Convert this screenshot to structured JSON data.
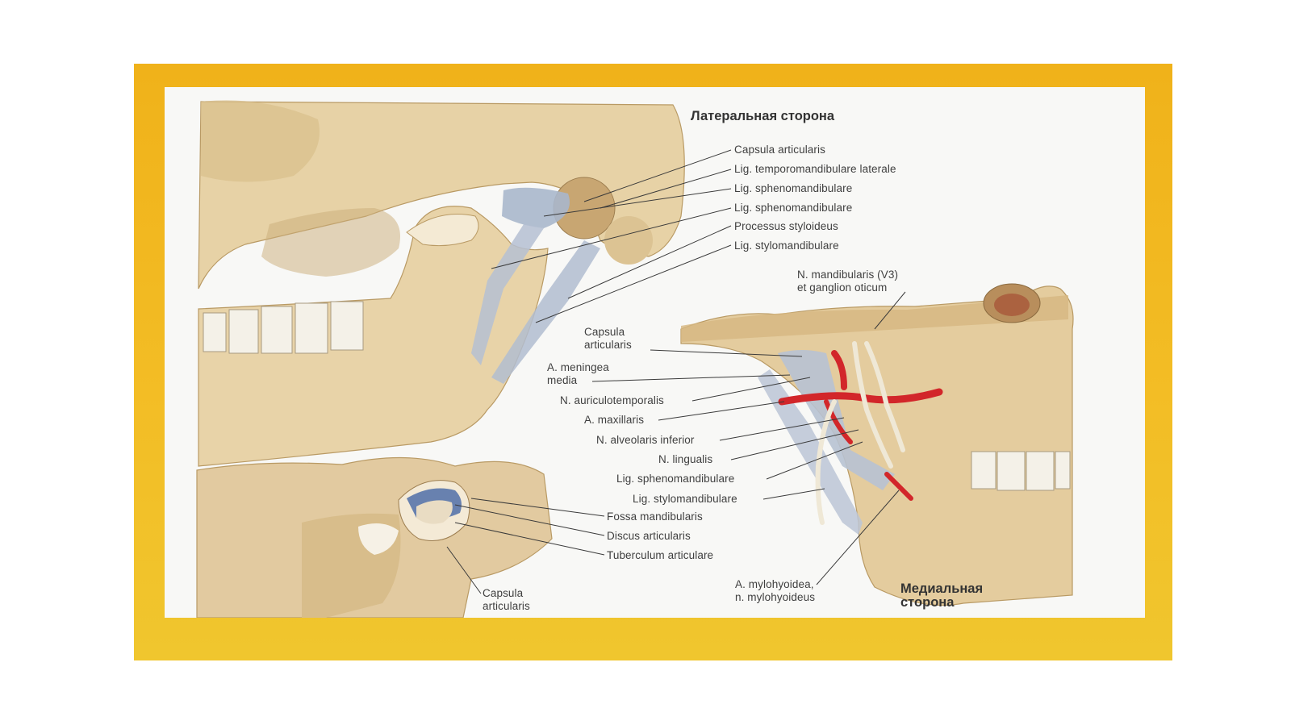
{
  "headers": {
    "lateral": "Латеральная сторона",
    "medial": "Медиальная\nсторона"
  },
  "lateral_labels": [
    "Capsula articularis",
    "Lig. temporomandibulare laterale",
    "Lig. sphenomandibulare",
    "Lig. sphenomandibulare",
    "Processus styloideus",
    "Lig. stylomandibulare"
  ],
  "medial_labels": {
    "mandibularis": "N. mandibularis (V3)\net ganglion oticum",
    "capsula": "Capsula\narticularis",
    "meningea": "A. meningea\nmedia",
    "auriculo": "N. auriculotemporalis",
    "maxillaris": "A. maxillaris",
    "alveolaris": "N. alveolaris inferior",
    "lingualis": "N. lingualis",
    "spheno": "Lig. sphenomandibulare",
    "stylo": "Lig. stylomandibulare",
    "mylohyoidea": "A. mylohyoidea,\nn. mylohyoideus"
  },
  "sagittal_labels": {
    "fossa": "Fossa mandibularis",
    "discus": "Discus articularis",
    "tuberculum": "Tuberculum articulare",
    "capsula": "Capsula\narticularis"
  },
  "colors": {
    "frame": "#f2b822",
    "bone": "#e6cfa1",
    "bone_dark": "#c9ac78",
    "ligament": "#a9b7cc",
    "artery": "#d2262a",
    "nerve": "#efe8d6"
  }
}
